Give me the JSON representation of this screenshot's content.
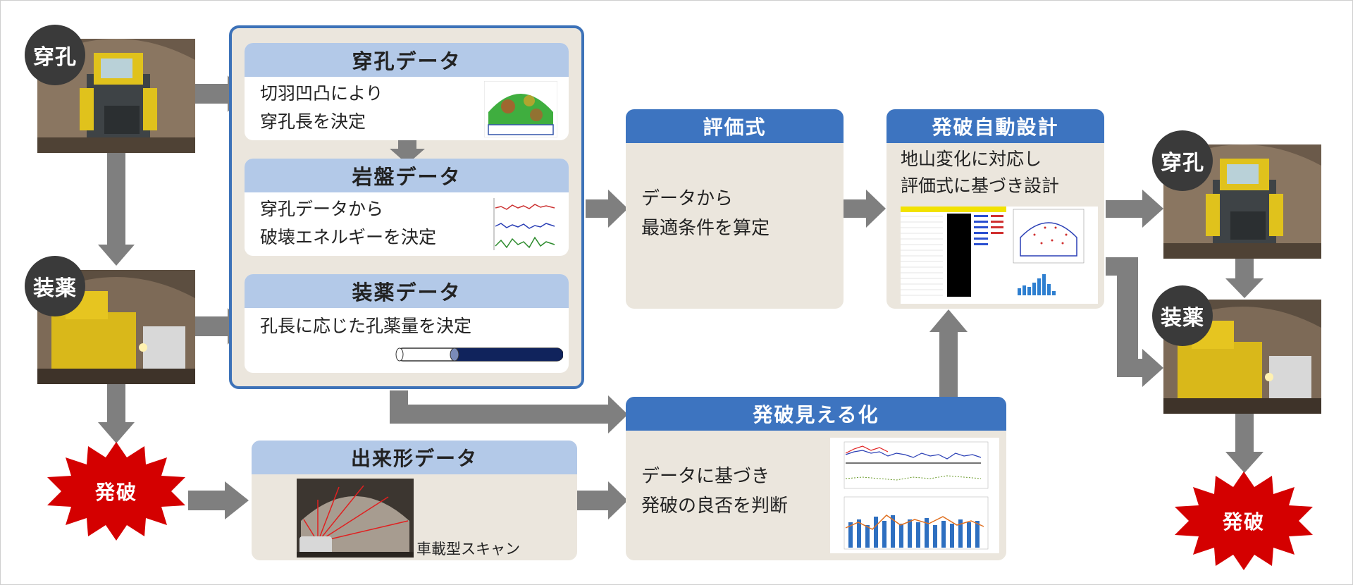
{
  "steps": {
    "drilling": "穿孔",
    "charging": "装薬",
    "blasting": "発破"
  },
  "group": {
    "drill_data": {
      "title": "穿孔データ",
      "line1": "切羽凹凸により",
      "line2": "穿孔長を決定"
    },
    "rock_data": {
      "title": "岩盤データ",
      "line1": "穿孔データから",
      "line2": "破壊エネルギーを決定"
    },
    "charge_data": {
      "title": "装薬データ",
      "line1": "孔長に応じた孔薬量を決定"
    }
  },
  "evaluation": {
    "title": "評価式",
    "line1": "データから",
    "line2": "最適条件を算定"
  },
  "auto_design": {
    "title": "発破自動設計",
    "line1": "地山変化に対応し",
    "line2": "評価式に基づき設計"
  },
  "visualization": {
    "title": "発破見える化",
    "line1": "データに基づき",
    "line2": "発破の良否を判断"
  },
  "profile_data": {
    "title": "出来形データ",
    "caption": "車載型スキャン"
  },
  "colors": {
    "accent": "#3d74c0",
    "light_header": "#b3c9e8",
    "panel_bg": "#ebe6dd",
    "arrow": "#7f7f7f",
    "burst": "#d40000"
  }
}
